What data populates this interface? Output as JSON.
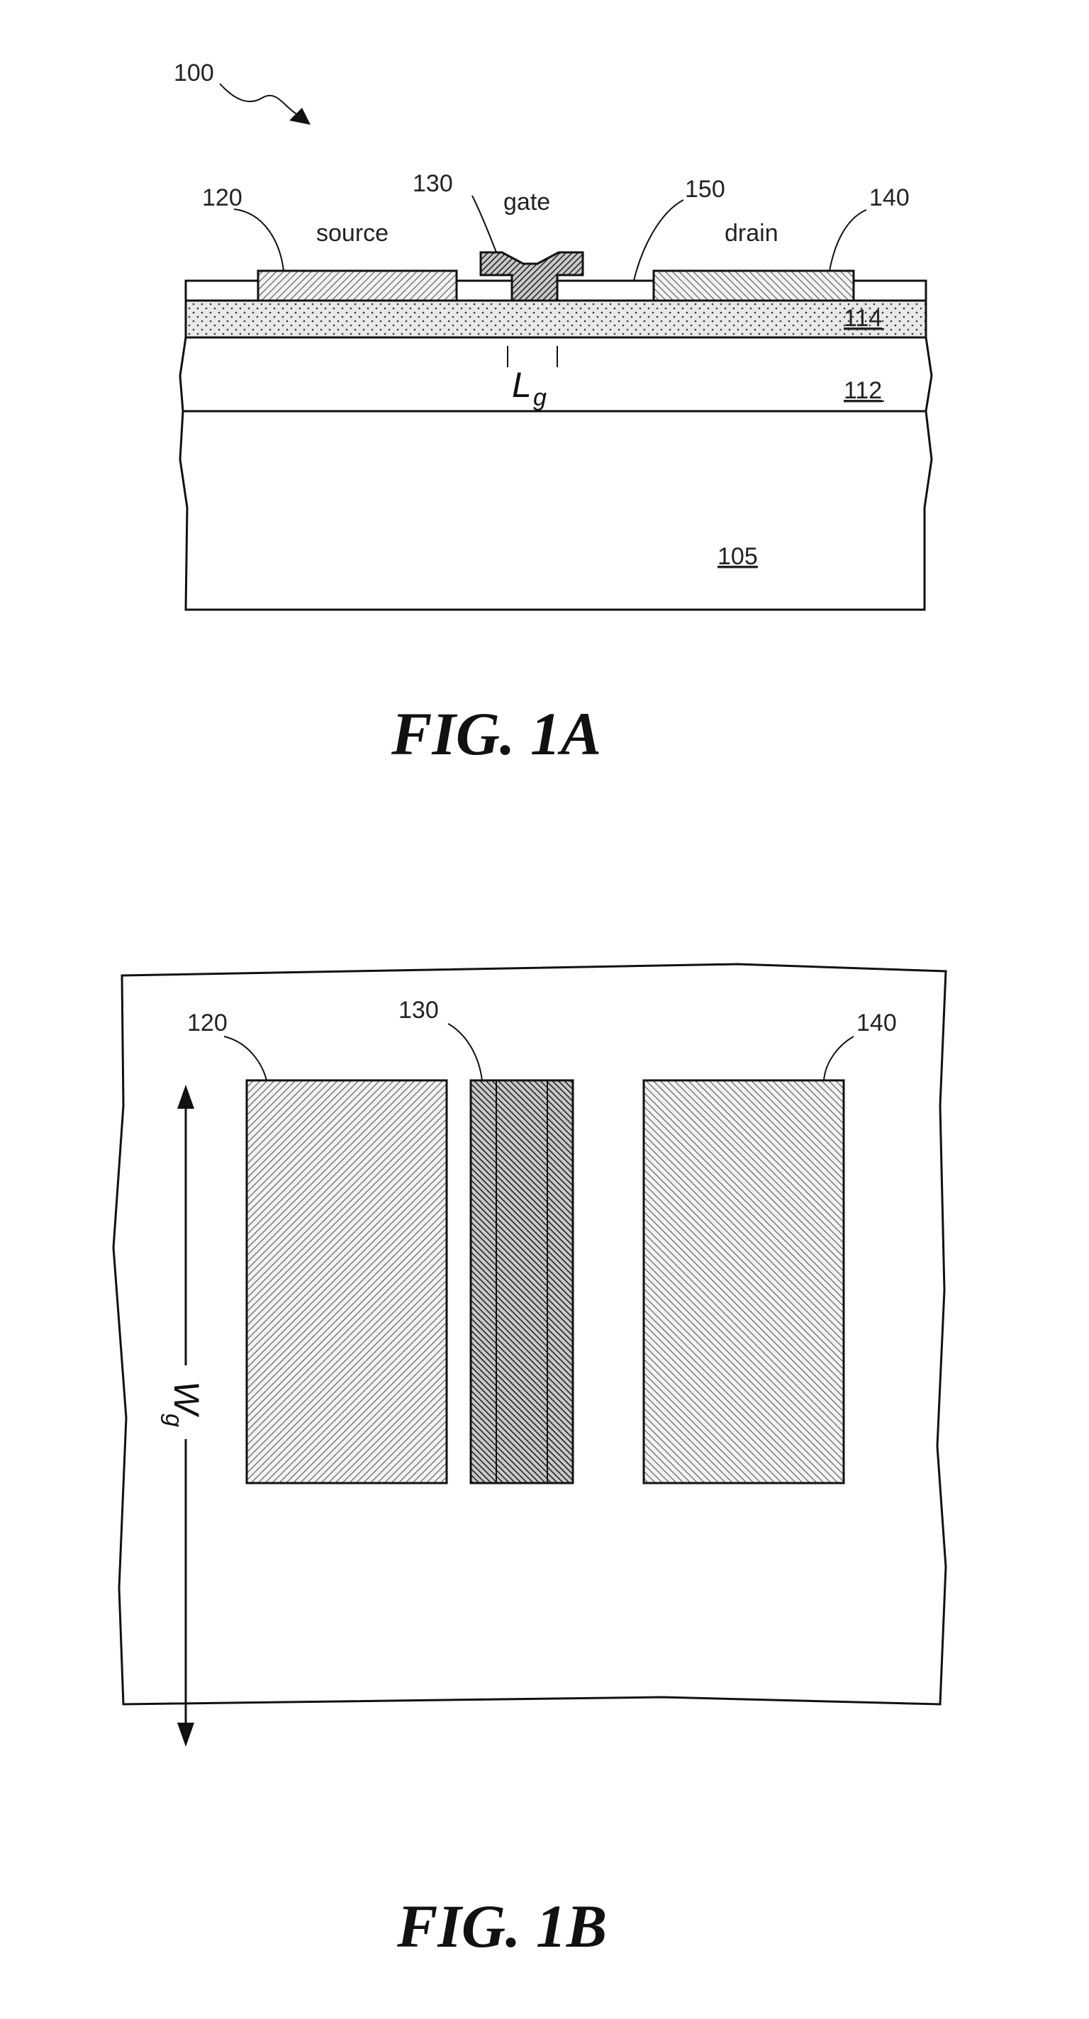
{
  "fig1a": {
    "caption": "FIG. 1A",
    "ref_device": "100",
    "ref_source": "120",
    "ref_gate": "130",
    "ref_passivation": "150",
    "ref_drain": "140",
    "label_source": "source",
    "label_gate": "gate",
    "label_drain": "drain",
    "ref_barrier": "114",
    "ref_channel": "112",
    "ref_substrate": "105",
    "gate_length_symbol": "L",
    "gate_length_subscript": "g"
  },
  "fig1b": {
    "caption": "FIG. 1B",
    "ref_source": "120",
    "ref_gate": "130",
    "ref_drain": "140",
    "gate_width_symbol": "W",
    "gate_width_subscript": "g"
  }
}
